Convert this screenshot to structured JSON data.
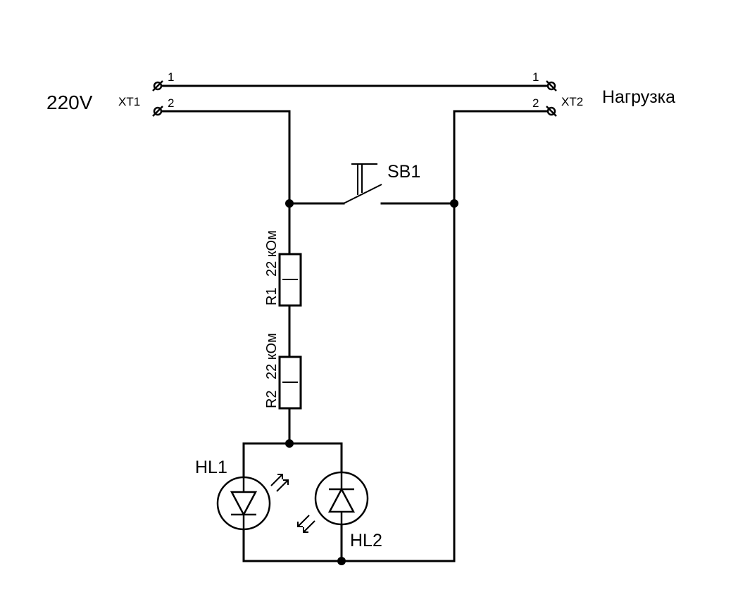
{
  "source_label": "220V",
  "load_label": "Нагрузка",
  "terminals": {
    "xt1": {
      "name": "XT1",
      "pin1": "1",
      "pin2": "2"
    },
    "xt2": {
      "name": "XT2",
      "pin1": "1",
      "pin2": "2"
    }
  },
  "switch": {
    "name": "SB1"
  },
  "resistors": [
    {
      "name": "R1",
      "value": "22 кОм"
    },
    {
      "name": "R2",
      "value": "22 кОм"
    }
  ],
  "leds": [
    {
      "name": "HL1"
    },
    {
      "name": "HL2"
    }
  ]
}
